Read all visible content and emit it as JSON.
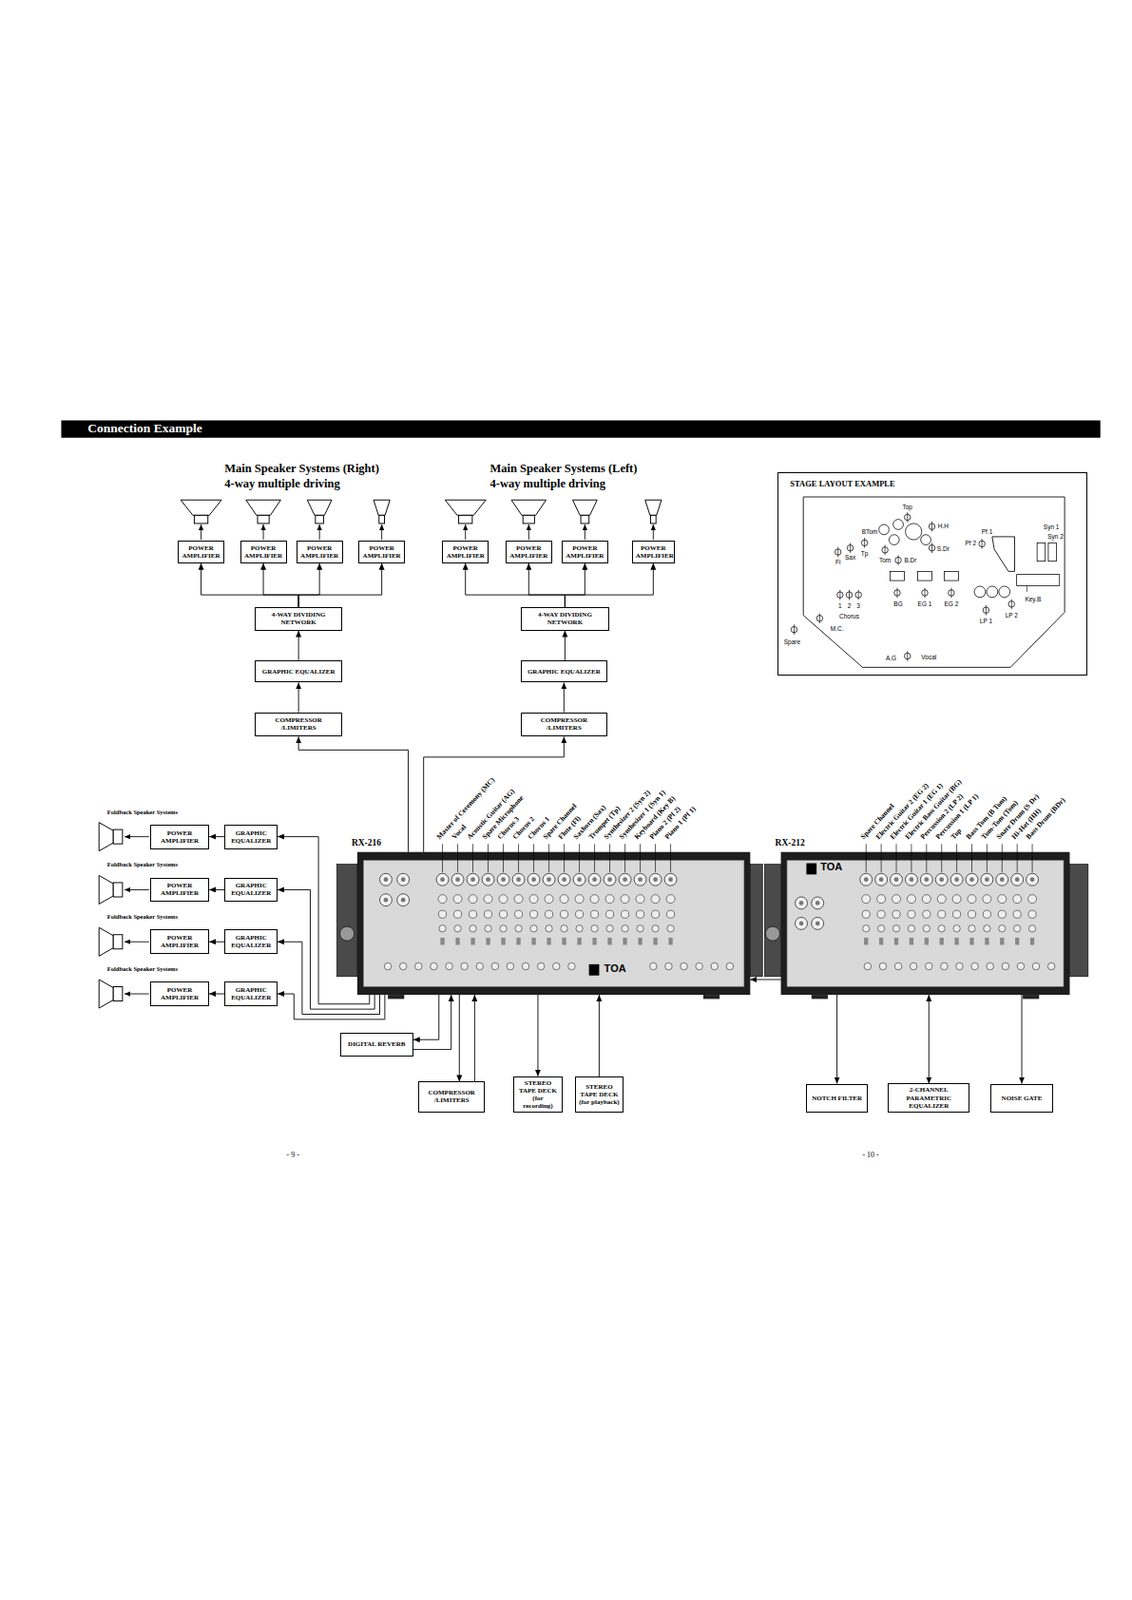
{
  "diagram": {
    "title": "Connection Example",
    "nodes": [
      {
        "text": [
          "POWER AMPLIFIER"
        ]
      },
      {
        "text": [
          "POWER AMPLIFIER"
        ]
      },
      {
        "text": [
          "POWER AMPLIFIER"
        ]
      },
      {
        "text": [
          "POWER AMPLIFIER"
        ]
      },
      {
        "text": [
          "POWER AMPLIFIER"
        ]
      },
      {
        "text": [
          "POWER AMPLIFIER"
        ]
      },
      {
        "text": [
          "POWER AMPLIFIER"
        ]
      },
      {
        "text": [
          "POWER AMPLIFIER"
        ]
      },
      {
        "text": [
          "4-WAY DIVIDING NETWORK"
        ]
      },
      {
        "text": [
          "4-WAY DIVIDING NETWORK"
        ]
      },
      {
        "text": [
          "GRAPHIC EQUALIZER"
        ]
      },
      {
        "text": [
          "GRAPHIC EQUALIZER"
        ]
      },
      {
        "text": [
          "COMPRESSOR /LIMITERS"
        ]
      },
      {
        "text": [
          "COMPRESSOR /LIMITERS"
        ]
      },
      {
        "text": [
          "STAGE LAYOUT EXAMPLE"
        ]
      },
      {
        "text": [
          "POWER AMPLIFIER"
        ]
      },
      {
        "text": [
          "GRAPHIC EQUALIZER"
        ]
      },
      {
        "text": [
          "POWER AMPLIFIER"
        ]
      },
      {
        "text": [
          "GRAPHIC EQUALIZER"
        ]
      },
      {
        "text": [
          "POWER AMPLIFIER"
        ]
      },
      {
        "text": [
          "GRAPHIC EQUALIZER"
        ]
      },
      {
        "text": [
          "POWER AMPLIFIER"
        ]
      },
      {
        "text": [
          "GRAPHIC EQUALIZER"
        ]
      },
      {
        "text": [
          "RX-216",
          "TOA"
        ]
      },
      {
        "text": [
          "RX-212",
          "TOA"
        ]
      },
      {
        "text": [
          "DIGITAL REVERB"
        ]
      },
      {
        "text": [
          "COMPRESSOR /LIMITERS"
        ]
      },
      {
        "text": [
          "STEREO TAPE DECK (for recording)"
        ]
      },
      {
        "text": [
          "STEREO TAPE DECK (for playback)"
        ]
      },
      {
        "text": [
          "NOTCH FILTER"
        ]
      },
      {
        "text": [
          "2-CHANNEL PARAMETRIC EQUALIZER"
        ]
      },
      {
        "text": [
          "NOISE GATE"
        ]
      }
    ],
    "edges": [
      {
        "from": 23,
        "to": 12,
        "arrow": "to"
      },
      {
        "from": 23,
        "to": 13,
        "arrow": "to"
      },
      {
        "from": 12,
        "to": 10,
        "arrow": "to"
      },
      {
        "from": 13,
        "to": 11,
        "arrow": "to"
      },
      {
        "from": 10,
        "to": 8,
        "arrow": "to"
      },
      {
        "from": 11,
        "to": 9,
        "arrow": "to"
      },
      {
        "from": 8,
        "to": 0,
        "arrow": "to"
      },
      {
        "from": 8,
        "to": 1,
        "arrow": "to"
      },
      {
        "from": 8,
        "to": 2,
        "arrow": "to"
      },
      {
        "from": 8,
        "to": 3,
        "arrow": "to"
      },
      {
        "from": 9,
        "to": 4,
        "arrow": "to"
      },
      {
        "from": 9,
        "to": 5,
        "arrow": "to"
      },
      {
        "from": 9,
        "to": 6,
        "arrow": "to"
      },
      {
        "from": 9,
        "to": 7,
        "arrow": "to"
      },
      {
        "from": 23,
        "to": 16,
        "arrow": "to"
      },
      {
        "from": 23,
        "to": 18,
        "arrow": "to"
      },
      {
        "from": 23,
        "to": 20,
        "arrow": "to"
      },
      {
        "from": 23,
        "to": 22,
        "arrow": "to"
      },
      {
        "from": 16,
        "to": 15,
        "arrow": "to"
      },
      {
        "from": 18,
        "to": 17,
        "arrow": "to"
      },
      {
        "from": 20,
        "to": 19,
        "arrow": "to"
      },
      {
        "from": 22,
        "to": 21,
        "arrow": "to"
      },
      {
        "from": 23,
        "to": 25,
        "arrow": "to"
      },
      {
        "from": 25,
        "to": 23,
        "arrow": "to"
      },
      {
        "from": 23,
        "to": 26,
        "arrow": "to"
      },
      {
        "from": 26,
        "to": 23,
        "arrow": "to"
      },
      {
        "from": 23,
        "to": 27,
        "arrow": "to"
      },
      {
        "from": 28,
        "to": 23,
        "arrow": "to"
      },
      {
        "from": 24,
        "to": 23,
        "arrow": "to"
      },
      {
        "from": 24,
        "to": 29,
        "arrow": "to"
      },
      {
        "from": 24,
        "to": 30,
        "arrow": "both"
      },
      {
        "from": 24,
        "to": 31,
        "arrow": "to"
      }
    ],
    "labels": [
      "Main Speaker Systems (Right)",
      "4-way multiple driving",
      "Main Speaker Systems (Left)",
      "4-way multiple driving",
      "Top",
      "H.H",
      "Pf 1",
      "Syn 1",
      "Syn 2",
      "BTom",
      "Pf 2",
      "S.Dr",
      "Fl",
      "Sax",
      "Tp",
      "Tom",
      "B.Dr",
      "Key.B",
      "1",
      "2",
      "3",
      "BG",
      "EG 1",
      "EG 2",
      "Chorus",
      "LP 1",
      "LP 2",
      "M.C.",
      "Spare",
      "A.G",
      "Vocal",
      "Foldback Speaker Systems",
      "Foldback Speaker Systems",
      "Foldback Speaker Systems",
      "Foldback Speaker Systems",
      "Master of Ceremony (MC)",
      "Vocal",
      "Acoustic Guitar (AG)",
      "Spare Microphone",
      "Chorus 3",
      "Chorus 2",
      "Chorus 1",
      "Spare Channel",
      "Flute (Fl)",
      "Saxhorn (Sax)",
      "Trumpet (Tp)",
      "Synthesizer 2 (Syn 2)",
      "Synthesizer 1 (Syn 1)",
      "Keyboard (Key B)",
      "Piano 2 (Pf 2)",
      "Piano 1 (Pf 1)",
      "Spare Channel",
      "Electric Guitar 2 (EG 2)",
      "Electric Guitar 1 (EG 1)",
      "Electric Bass Guitar (BG)",
      "Percussion 2 (LP 2)",
      "Percussion 1 (LP 1)",
      "Top",
      "Bass Tom (B Tom)",
      "Tom-Tom (Tom)",
      "Snare Drum (S Dr)",
      "Hi-Hat (HH)",
      "Bass Drum (BDr)",
      "- 9 -",
      "- 10 -"
    ]
  }
}
